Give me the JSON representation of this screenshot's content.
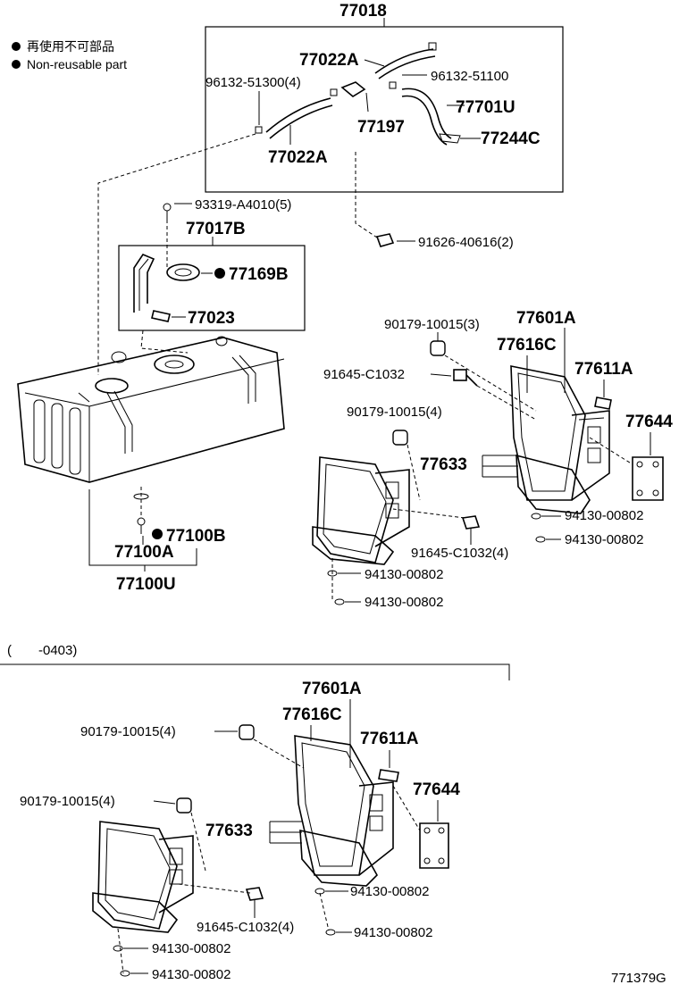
{
  "legend": {
    "jp_text": "再使用不可部品",
    "en_text": "Non-reusable part"
  },
  "labels": {
    "l77018": "77018",
    "l77022A_top": "77022A",
    "l96132_51300": "96132-51300(4)",
    "l96132_51100": "96132-51100",
    "l77701U": "77701U",
    "l77197": "77197",
    "l77244C": "77244C",
    "l77022A_bot": "77022A",
    "l93319": "93319-A4010(5)",
    "l77017B": "77017B",
    "l91626": "91626-40616(2)",
    "l77169B": "77169B",
    "l77023": "77023",
    "l90179_a": "90179-10015(3)",
    "l77601A_a": "77601A",
    "l77616C_a": "77616C",
    "l91645_a": "91645-C1032",
    "l77611A_a": "77611A",
    "l90179_b": "90179-10015(4)",
    "l77644_a": "77644",
    "l77633_a": "77633",
    "l94130_a1": "94130-00802",
    "l94130_a2": "94130-00802",
    "l91645_b": "91645-C1032(4)",
    "l94130_a3": "94130-00802",
    "l94130_a4": "94130-00802",
    "l77100B": "77100B",
    "l77100A": "77100A",
    "l77100U": "77100U",
    "section_note": "(　　-0403)",
    "l77601A_b": "77601A",
    "l77616C_b": "77616C",
    "l90179_c": "90179-10015(4)",
    "l77611A_b": "77611A",
    "l77644_b": "77644",
    "l90179_d": "90179-10015(4)",
    "l77633_b": "77633",
    "l94130_b1": "94130-00802",
    "l91645_c": "91645-C1032(4)",
    "l94130_b2": "94130-00802",
    "l94130_b3": "94130-00802",
    "l94130_b4": "94130-00802",
    "figure_code": "771379G"
  }
}
